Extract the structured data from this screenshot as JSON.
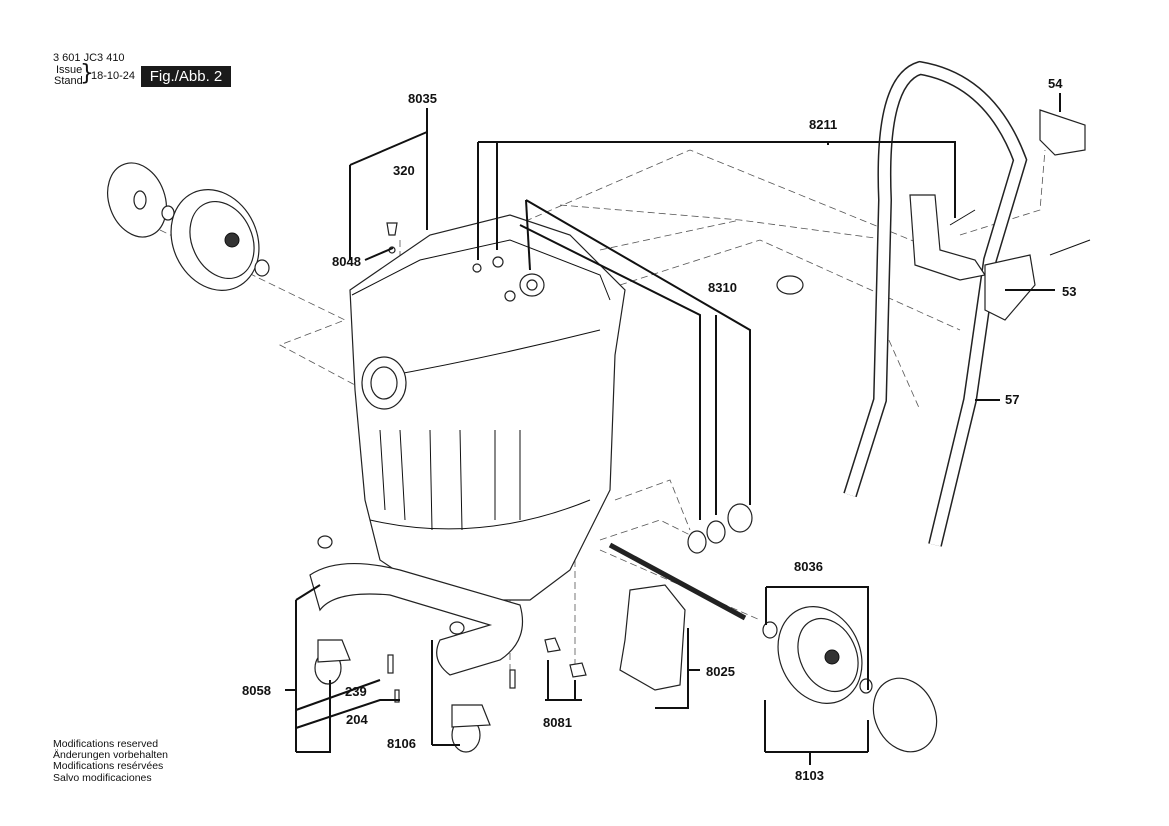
{
  "header": {
    "doc_number": "3 601 JC3 410",
    "issue_label": "Issue",
    "stand_label": "Stand",
    "issue_date": "18-10-24",
    "figure_label": "Fig./Abb. 2"
  },
  "footer": {
    "lines": [
      "Modifications reserved",
      "Änderungen vorbehalten",
      "Modifications resérvées",
      "Salvo modificaciones"
    ]
  },
  "parts": {
    "p8035": "8035",
    "p320": "320",
    "p8048": "8048",
    "p8211": "8211",
    "p54": "54",
    "p53": "53",
    "p57": "57",
    "p8310": "8310",
    "p8036": "8036",
    "p8025": "8025",
    "p8058": "8058",
    "p239": "239",
    "p204": "204",
    "p8106": "8106",
    "p8081": "8081",
    "p8103": "8103"
  }
}
